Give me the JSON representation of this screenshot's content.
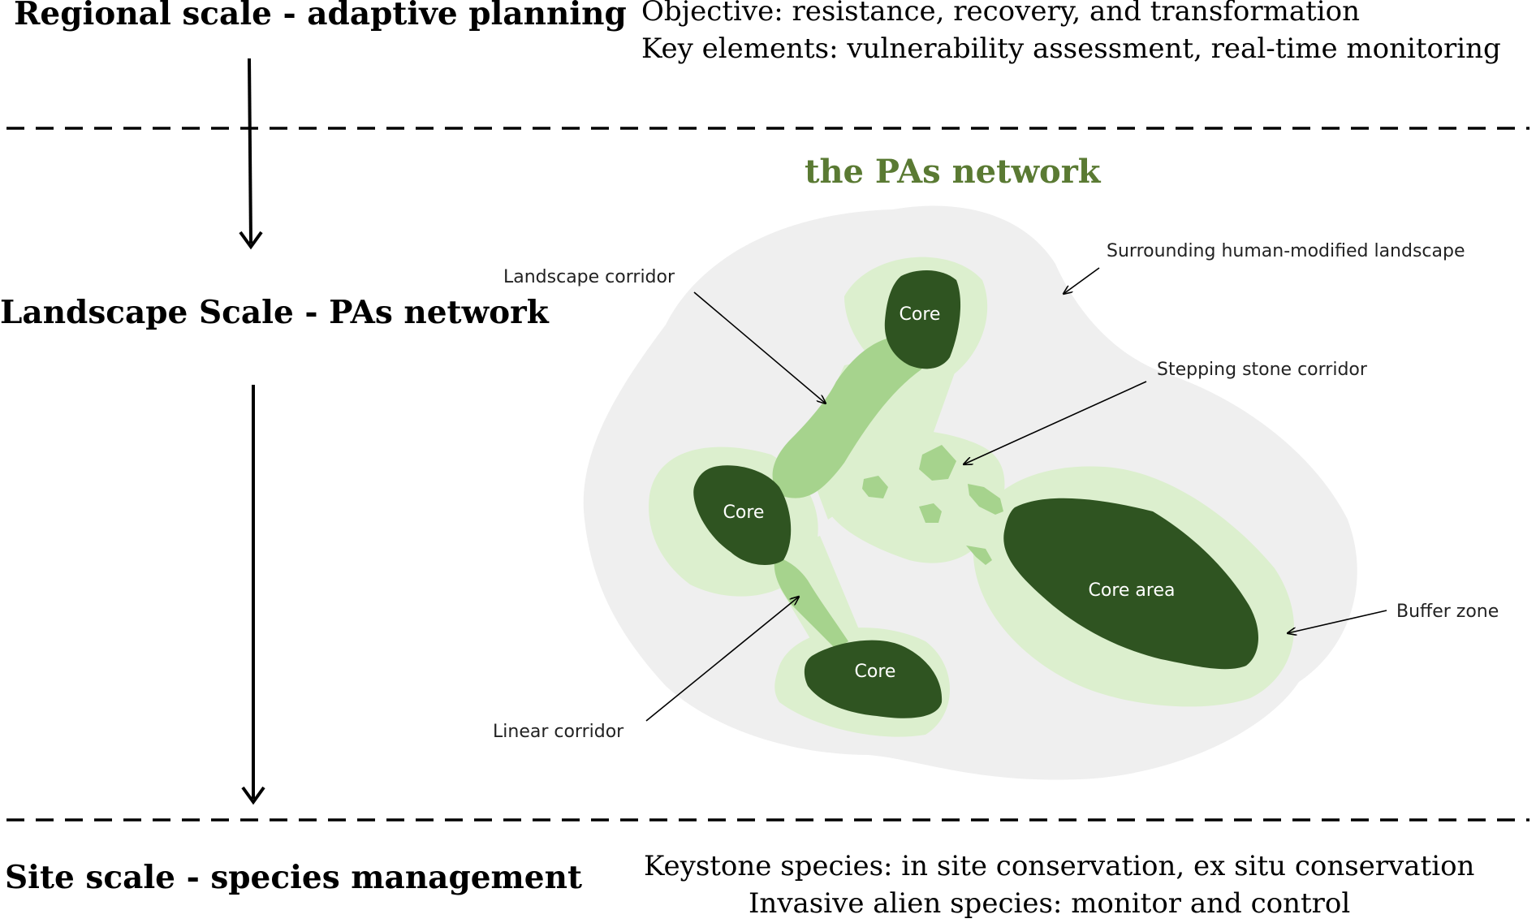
{
  "scales": {
    "regional": {
      "title": "Regional scale - adaptive planning",
      "lines": [
        "Objective: resistance, recovery, and transformation",
        "Key elements: vulnerability assessment, real-time monitoring"
      ]
    },
    "landscape": {
      "title": "Landscape Scale - PAs network"
    },
    "site": {
      "title": "Site scale - species management",
      "lines": [
        "Keystone species: in site conservation, ex situ conservation",
        "Invasive alien species: monitor and control"
      ]
    }
  },
  "network": {
    "title": "the PAs network",
    "cores": [
      "Core",
      "Core",
      "Core",
      "Core area"
    ],
    "labels": {
      "landscape_corridor": "Landscape corridor",
      "surrounding": "Surrounding human-modified landscape",
      "stepping_stone": "Stepping stone corridor",
      "buffer_zone": "Buffer zone",
      "linear_corridor": "Linear corridor"
    }
  },
  "colors": {
    "surrounding": "#efefef",
    "buffer": "#dcefce",
    "corridor": "#a6d38d",
    "core": "#2f5421",
    "title_green": "#5a7a33"
  }
}
